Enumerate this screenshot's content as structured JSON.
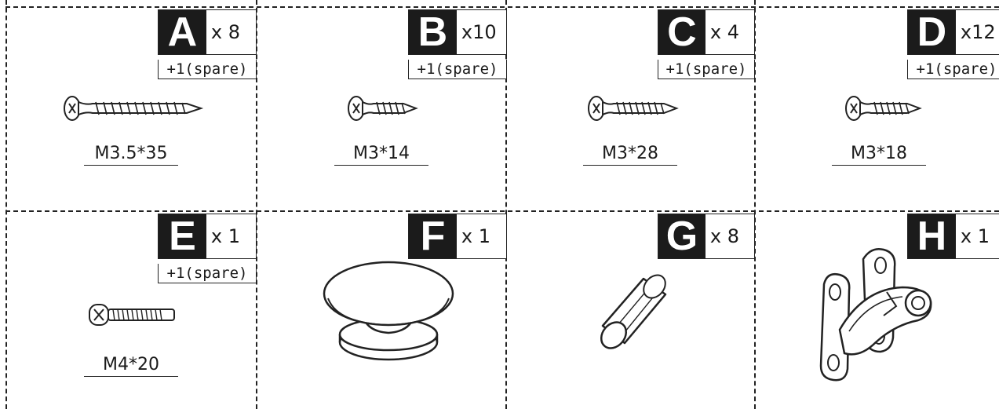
{
  "parts": [
    {
      "letter": "A",
      "qty": "x 8",
      "spare": "+1(spare)",
      "size": "M3.5*35",
      "icon": "long-wood-screw-icon"
    },
    {
      "letter": "B",
      "qty": "x10",
      "spare": "+1(spare)",
      "size": "M3*14",
      "icon": "short-wood-screw-icon"
    },
    {
      "letter": "C",
      "qty": "x 4",
      "spare": "+1(spare)",
      "size": "M3*28",
      "icon": "medium-wood-screw-icon"
    },
    {
      "letter": "D",
      "qty": "x12",
      "spare": "+1(spare)",
      "size": "M3*18",
      "icon": "wood-screw-icon"
    },
    {
      "letter": "E",
      "qty": "x 1",
      "spare": "+1(spare)",
      "size": "M4*20",
      "icon": "machine-screw-icon"
    },
    {
      "letter": "F",
      "qty": "x 1",
      "icon": "knob-icon"
    },
    {
      "letter": "G",
      "qty": "x 8",
      "icon": "dowel-icon"
    },
    {
      "letter": "H",
      "qty": "x 1",
      "icon": "latch-hinge-icon"
    }
  ]
}
